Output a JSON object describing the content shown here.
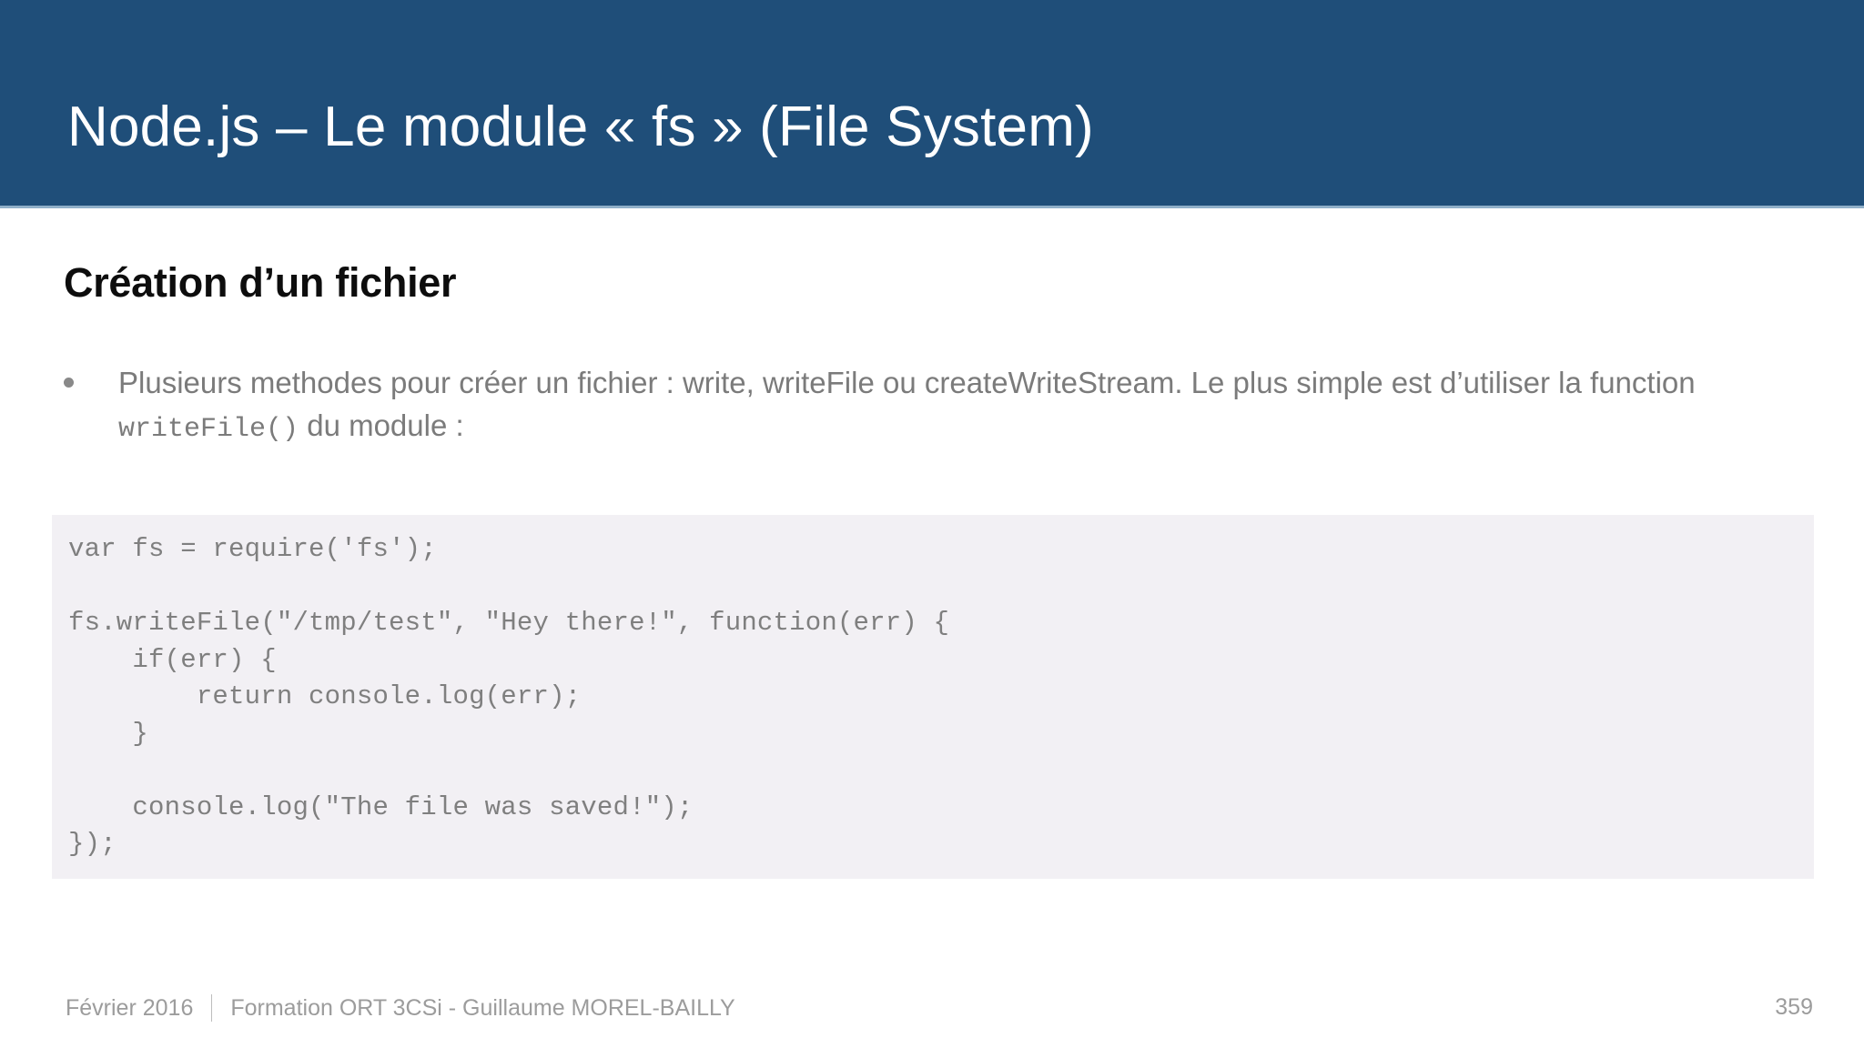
{
  "slide": {
    "title": "Node.js – Le module « fs » (File System)",
    "section_heading": "Création d’un fichier",
    "colors": {
      "header_background": "#1F4E79",
      "header_underline": "#8FAFC9",
      "title_text": "#FFFFFF",
      "heading_text": "#0D0D0D",
      "body_text": "#7B7B7B",
      "code_background": "#F2F0F4",
      "code_text": "#7F7F7F",
      "footer_text": "#9C9C9C",
      "bullet_marker": "#898989"
    }
  },
  "bullet": {
    "marker": "bullet-dot",
    "text_before_code": "Plusieurs methodes pour créer un fichier : write, writeFile ou createWriteStream. Le plus simple est d’utiliser la function ",
    "inline_code": "writeFile()",
    "text_after_code": " du module :"
  },
  "code": {
    "language": "javascript",
    "lines": [
      "var fs = require('fs');",
      "",
      "fs.writeFile(\"/tmp/test\", \"Hey there!\", function(err) {",
      "    if(err) {",
      "        return console.log(err);",
      "    }",
      "",
      "    console.log(\"The file was saved!\");",
      "});"
    ],
    "content": "var fs = require('fs');\n\nfs.writeFile(\"/tmp/test\", \"Hey there!\", function(err) {\n    if(err) {\n        return console.log(err);\n    }\n\n    console.log(\"The file was saved!\");\n});"
  },
  "footer": {
    "date": "Février 2016",
    "separator": "|",
    "course": "Formation ORT 3CSi - Guillaume MOREL-BAILLY",
    "page_number": "359"
  }
}
